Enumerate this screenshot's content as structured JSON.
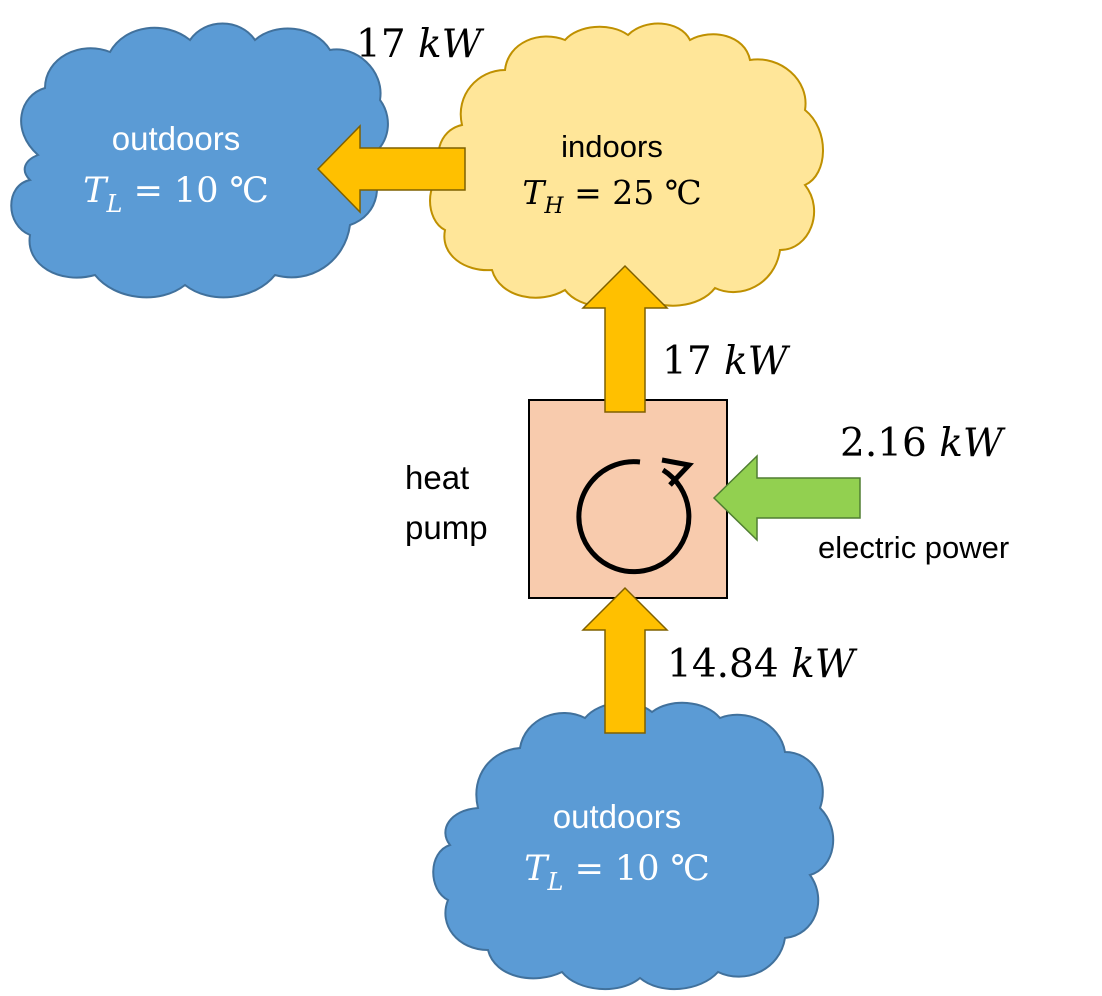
{
  "colors": {
    "cloud_outdoor_fill": "#5B9BD5",
    "cloud_outdoor_stroke": "#41719C",
    "cloud_indoor_fill": "#FFE699",
    "cloud_indoor_stroke": "#BF9000",
    "heat_arrow_fill": "#FFC000",
    "heat_arrow_stroke": "#7F6000",
    "power_arrow_fill": "#92D050",
    "power_arrow_stroke": "#507E32",
    "pump_fill": "#F8CBAD",
    "pump_stroke": "#000000",
    "text_dark": "#000000",
    "text_light": "#FFFFFF"
  },
  "outdoors_left": {
    "label": "outdoors",
    "temp_symbol": "T",
    "temp_subscript": "L",
    "temp_value": " = 10 ℃"
  },
  "indoors": {
    "label": "indoors",
    "temp_symbol": "T",
    "temp_subscript": "H",
    "temp_value": " = 25 ℃"
  },
  "outdoors_bottom": {
    "label": "outdoors",
    "temp_symbol": "T",
    "temp_subscript": "L",
    "temp_value": " = 10 ℃"
  },
  "heat_pump": {
    "label_line1": "heat",
    "label_line2": "pump",
    "cycle_icon": "clockwise-cycle-icon"
  },
  "flows": {
    "indoor_to_outdoor": {
      "number": "17",
      "unit": "kW"
    },
    "pump_to_indoor": {
      "number": "17",
      "unit": "kW"
    },
    "outdoor_to_pump": {
      "number": "14.84",
      "unit": "kW"
    },
    "electric": {
      "number": "2.16",
      "unit": "kW",
      "label": "electric power"
    }
  }
}
